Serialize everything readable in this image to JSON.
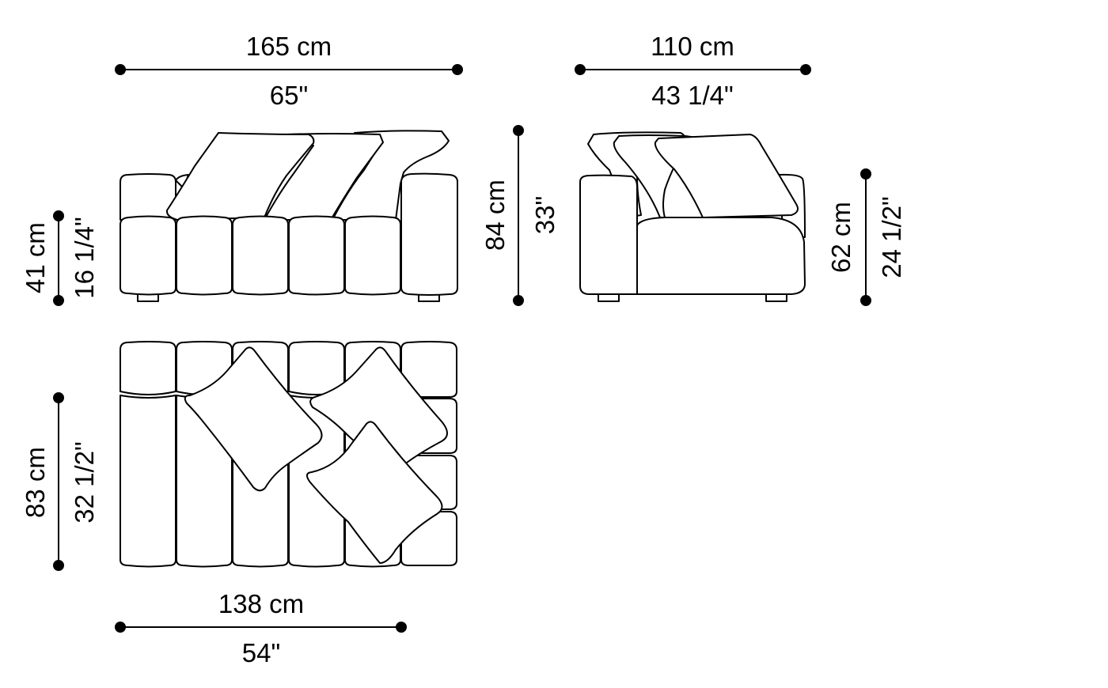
{
  "diagram": {
    "type": "furniture-dimension-drawing",
    "stroke_color": "#000000",
    "background": "#ffffff",
    "views": [
      {
        "name": "front-view",
        "description": "Sofa front elevation with armrests, 5 seat cushions and 3 back pillows"
      },
      {
        "name": "side-view",
        "description": "Sofa side elevation with armrest, seat and 3 back pillows"
      },
      {
        "name": "top-view",
        "description": "Sofa plan view with 6 cushion columns and 3 throw pillows"
      }
    ]
  },
  "dimensions": {
    "front_width": {
      "metric": "165 cm",
      "imperial": "65\""
    },
    "side_depth": {
      "metric": "110 cm",
      "imperial": "43 1/4\""
    },
    "seat_height": {
      "metric": "41 cm",
      "imperial": "16 1/4\""
    },
    "total_height": {
      "metric": "84 cm",
      "imperial": "33\""
    },
    "arm_height": {
      "metric": "62 cm",
      "imperial": "24 1/2\""
    },
    "top_depth": {
      "metric": "83 cm",
      "imperial": "32 1/2\""
    },
    "top_width": {
      "metric": "138 cm",
      "imperial": "54\""
    }
  }
}
